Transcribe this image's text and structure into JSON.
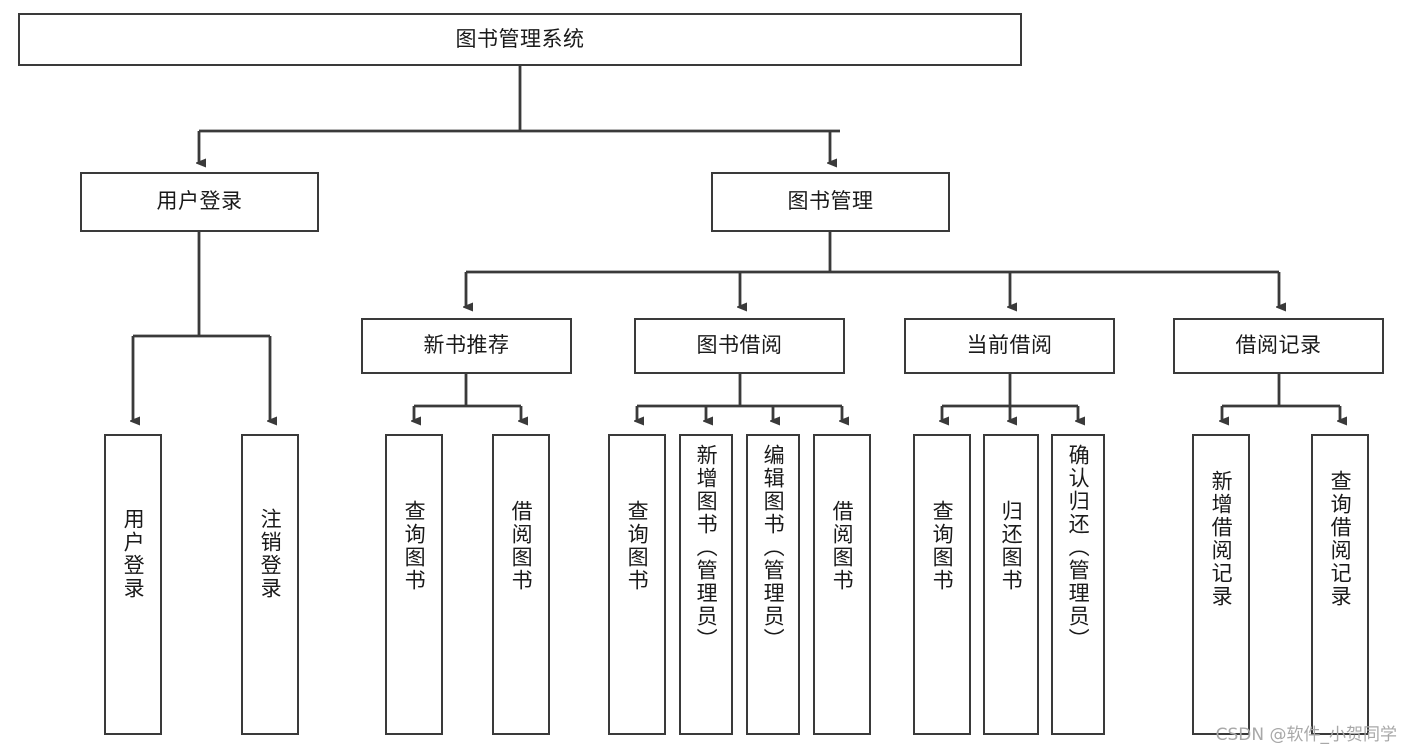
{
  "diagram": {
    "title": "图书管理系统",
    "root": {
      "label": "图书管理系统"
    },
    "level2": [
      {
        "label": "用户登录"
      },
      {
        "label": "图书管理"
      }
    ],
    "level3": [
      {
        "label": "新书推荐"
      },
      {
        "label": "图书借阅"
      },
      {
        "label": "当前借阅"
      },
      {
        "label": "借阅记录"
      }
    ],
    "leaves": {
      "user_login": [
        {
          "label": "用户登录"
        },
        {
          "label": "注销登录"
        }
      ],
      "new_book_recommend": [
        {
          "label": "查询图书"
        },
        {
          "label": "借阅图书"
        }
      ],
      "book_borrow": [
        {
          "label": "查询图书"
        },
        {
          "label": "新增图书（管理员）"
        },
        {
          "label": "编辑图书（管理员）"
        },
        {
          "label": "借阅图书"
        }
      ],
      "current_borrow": [
        {
          "label": "查询图书"
        },
        {
          "label": "归还图书"
        },
        {
          "label": "确认归还（管理员）"
        }
      ],
      "borrow_record": [
        {
          "label": "新增借阅记录"
        },
        {
          "label": "查询借阅记录"
        }
      ]
    }
  },
  "watermark": {
    "text": "CSDN @软件_小贺同学"
  },
  "colors": {
    "stroke": "#3a3a3a",
    "text": "#1a1a1a",
    "background": "#ffffff",
    "watermark": "#a8a8a8"
  }
}
